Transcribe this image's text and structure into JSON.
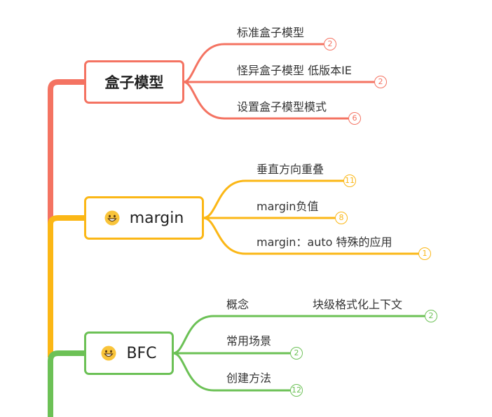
{
  "colors": {
    "red": "#f47362",
    "yellow": "#fbb716",
    "green": "#6cc156",
    "text": "#333333"
  },
  "topics": [
    {
      "label": "盒子模型",
      "emoji": "",
      "children": [
        {
          "label": "标准盒子模型",
          "count": "2"
        },
        {
          "label": "怪异盒子模型 低版本IE",
          "count": "2"
        },
        {
          "label": "设置盒子模型模式",
          "count": "6"
        }
      ]
    },
    {
      "label": "margin",
      "emoji": "grinning-face",
      "children": [
        {
          "label": "垂直方向重叠",
          "count": "11"
        },
        {
          "label": "margin负值",
          "count": "8"
        },
        {
          "label": "margin：auto  特殊的应用",
          "count": "1"
        }
      ]
    },
    {
      "label": "BFC",
      "emoji": "grinning-face",
      "children": [
        {
          "label": "概念",
          "sublabel": "块级格式化上下文",
          "count": "2"
        },
        {
          "label": "常用场景",
          "count": "2"
        },
        {
          "label": "创建方法",
          "count": "12"
        }
      ]
    }
  ]
}
